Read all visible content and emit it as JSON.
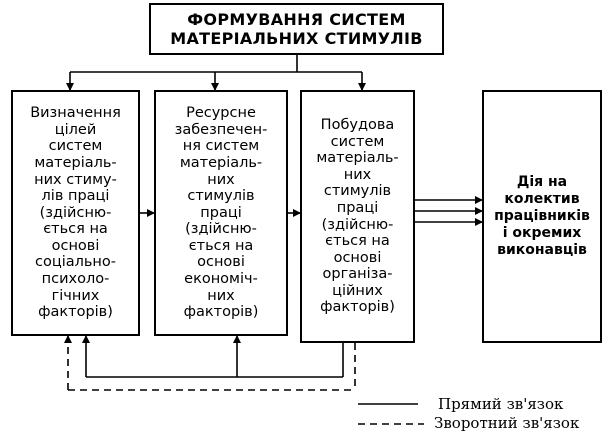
{
  "title": "ФОРМУВАННЯ СИСТЕМ\nМАТЕРІАЛЬНИХ СТИМУЛІВ",
  "boxes": {
    "definition": "Визначення\nцілей\nсистем\nматеріаль-\nних стиму-\nлів праці\n(здійсню-\nється на\nоснові\nсоціально-\nпсихоло-\nгічних\nфакторів)",
    "resources": "Ресурсне\nзабезпечен-\nня систем\nматеріаль-\nних\nстимулів\nпраці\n(здійсню-\nється на\nоснові\nекономіч-\nних\nфакторів)",
    "construction": "Побудова\nсистем\nматеріаль-\nних\nстимулів\nпраці\n(здійсню-\nється на\nоснові\nорганіза-\nційних\nфакторів)",
    "action": "Дія на\nколектив\nпрацівників\nі окремих\nвиконавців"
  },
  "legend": {
    "direct": "Прямий зв'язок",
    "feedback": "Зворотний зв'язок"
  }
}
